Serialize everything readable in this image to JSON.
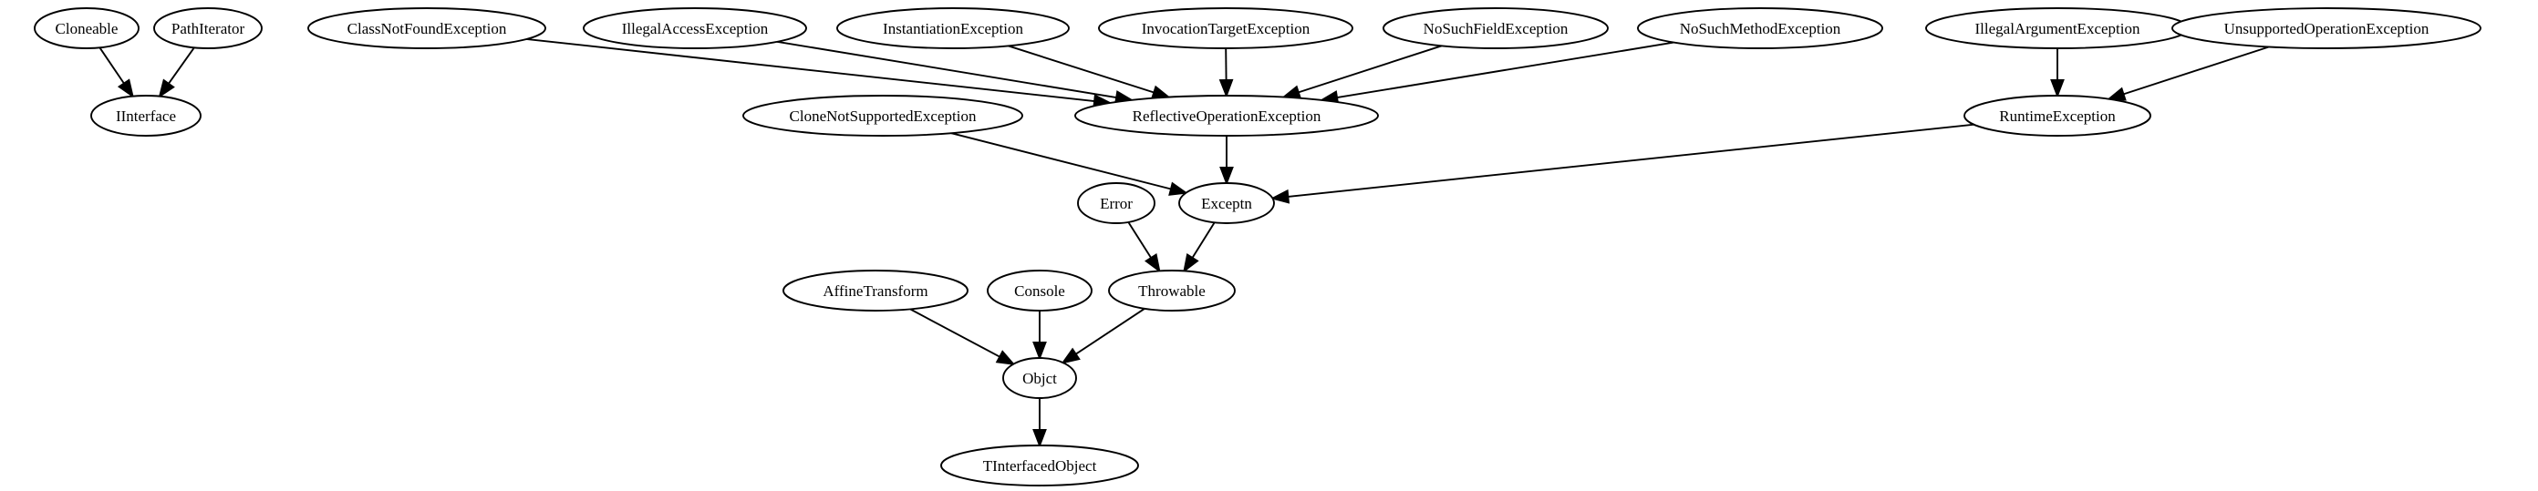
{
  "nodes": [
    {
      "id": "cloneable",
      "label": "Cloneable"
    },
    {
      "id": "pathiterator",
      "label": "PathIterator"
    },
    {
      "id": "iinterface",
      "label": "IInterface"
    },
    {
      "id": "classnotfound",
      "label": "ClassNotFoundException"
    },
    {
      "id": "illegalaccess",
      "label": "IllegalAccessException"
    },
    {
      "id": "instantiation",
      "label": "InstantiationException"
    },
    {
      "id": "invocationtarget",
      "label": "InvocationTargetException"
    },
    {
      "id": "nosuchfield",
      "label": "NoSuchFieldException"
    },
    {
      "id": "nosuchmethod",
      "label": "NoSuchMethodException"
    },
    {
      "id": "illegalargument",
      "label": "IllegalArgumentException"
    },
    {
      "id": "unsupportedop",
      "label": "UnsupportedOperationException"
    },
    {
      "id": "clonenotsupported",
      "label": "CloneNotSupportedException"
    },
    {
      "id": "reflectiveop",
      "label": "ReflectiveOperationException"
    },
    {
      "id": "runtimeexception",
      "label": "RuntimeException"
    },
    {
      "id": "error",
      "label": "Error"
    },
    {
      "id": "exceptn",
      "label": "Exceptn"
    },
    {
      "id": "affinetransform",
      "label": "AffineTransform"
    },
    {
      "id": "console",
      "label": "Console"
    },
    {
      "id": "throwable",
      "label": "Throwable"
    },
    {
      "id": "objct",
      "label": "Objct"
    },
    {
      "id": "tinterfacedobject",
      "label": "TInterfacedObject"
    }
  ],
  "edges": [
    {
      "from": "cloneable",
      "to": "iinterface"
    },
    {
      "from": "pathiterator",
      "to": "iinterface"
    },
    {
      "from": "classnotfound",
      "to": "reflectiveop"
    },
    {
      "from": "illegalaccess",
      "to": "reflectiveop"
    },
    {
      "from": "instantiation",
      "to": "reflectiveop"
    },
    {
      "from": "invocationtarget",
      "to": "reflectiveop"
    },
    {
      "from": "nosuchfield",
      "to": "reflectiveop"
    },
    {
      "from": "nosuchmethod",
      "to": "reflectiveop"
    },
    {
      "from": "illegalargument",
      "to": "runtimeexception"
    },
    {
      "from": "unsupportedop",
      "to": "runtimeexception"
    },
    {
      "from": "clonenotsupported",
      "to": "exceptn"
    },
    {
      "from": "reflectiveop",
      "to": "exceptn"
    },
    {
      "from": "runtimeexception",
      "to": "exceptn"
    },
    {
      "from": "error",
      "to": "throwable"
    },
    {
      "from": "exceptn",
      "to": "throwable"
    },
    {
      "from": "affinetransform",
      "to": "objct"
    },
    {
      "from": "console",
      "to": "objct"
    },
    {
      "from": "throwable",
      "to": "objct"
    },
    {
      "from": "objct",
      "to": "tinterfacedobject"
    }
  ]
}
